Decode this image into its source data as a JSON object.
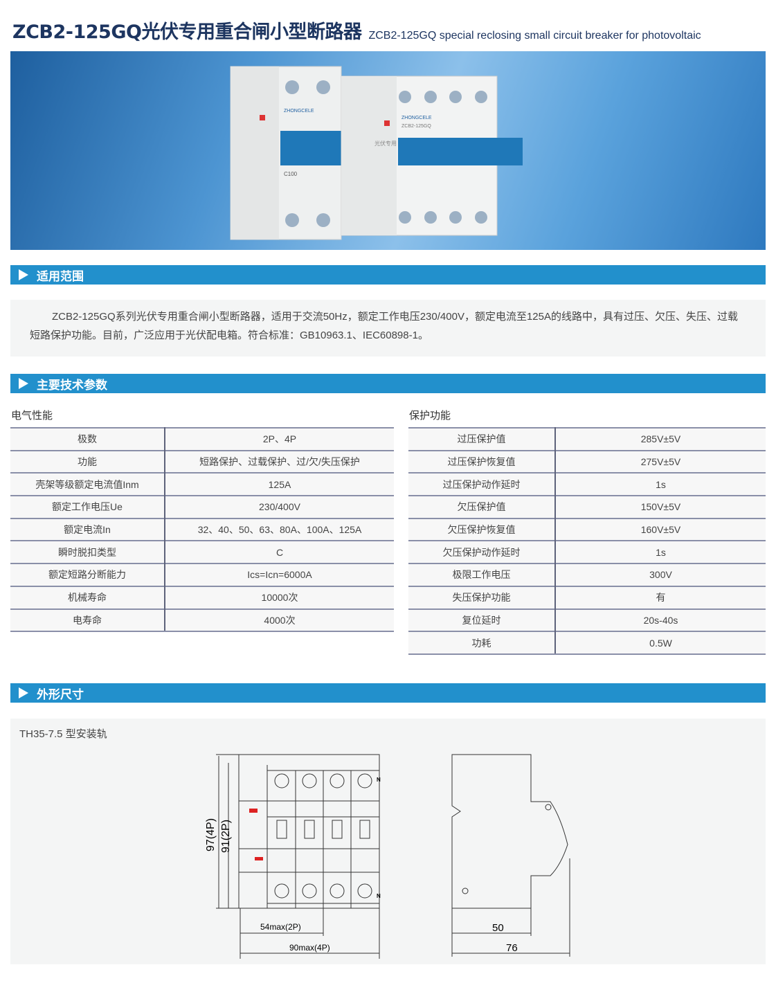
{
  "header": {
    "title_zh": "ZCB2-125GQ光伏专用重合闸小型断路器",
    "title_en": "ZCB2-125GQ special reclosing small circuit breaker for photovoltaic"
  },
  "banner": {
    "brand": "ZHONGCELE",
    "model": "ZCB2-125GQ",
    "rating": "C100",
    "pv_label": "光伏专用"
  },
  "sections": {
    "scope": {
      "title": "适用范围",
      "text": "ZCB2-125GQ系列光伏专用重合闸小型断路器，适用于交流50Hz，额定工作电压230/400V，额定电流至125A的线路中，具有过压、欠压、失压、过载短路保护功能。目前，广泛应用于光伏配电箱。符合标准：GB10963.1、IEC60898-1。"
    },
    "params": {
      "title": "主要技术参数",
      "electrical": {
        "title": "电气性能",
        "rows": [
          [
            "极数",
            "2P、4P"
          ],
          [
            "功能",
            "短路保护、过载保护、过/欠/失压保护"
          ],
          [
            "壳架等级额定电流值Inm",
            "125A"
          ],
          [
            "额定工作电压Ue",
            "230/400V"
          ],
          [
            "额定电流In",
            "32、40、50、63、80A、100A、125A"
          ],
          [
            "瞬时脱扣类型",
            "C"
          ],
          [
            "额定短路分断能力",
            "Ics=Icn=6000A"
          ],
          [
            "机械寿命",
            "10000次"
          ],
          [
            "电寿命",
            "4000次"
          ]
        ]
      },
      "protection": {
        "title": "保护功能",
        "rows": [
          [
            "过压保护值",
            "285V±5V"
          ],
          [
            "过压保护恢复值",
            "275V±5V"
          ],
          [
            "过压保护动作延时",
            "1s"
          ],
          [
            "欠压保护值",
            "150V±5V"
          ],
          [
            "欠压保护恢复值",
            "160V±5V"
          ],
          [
            "欠压保护动作延时",
            "1s"
          ],
          [
            "极限工作电压",
            "300V"
          ],
          [
            "失压保护功能",
            "有"
          ],
          [
            "复位延时",
            "20s-40s"
          ],
          [
            "功耗",
            "0.5W"
          ]
        ]
      }
    },
    "dimensions": {
      "title": "外形尺寸",
      "rail": "TH35-7.5 型安装轨",
      "front": {
        "h4p": "97(4P)",
        "h2p": "91(2P)",
        "w2p": "54max(2P)",
        "w4p": "90max(4P)",
        "neutral": "N"
      },
      "side": {
        "w1": "50",
        "w2": "76"
      }
    }
  },
  "colors": {
    "accent": "#2290cc",
    "title": "#1d3560"
  }
}
